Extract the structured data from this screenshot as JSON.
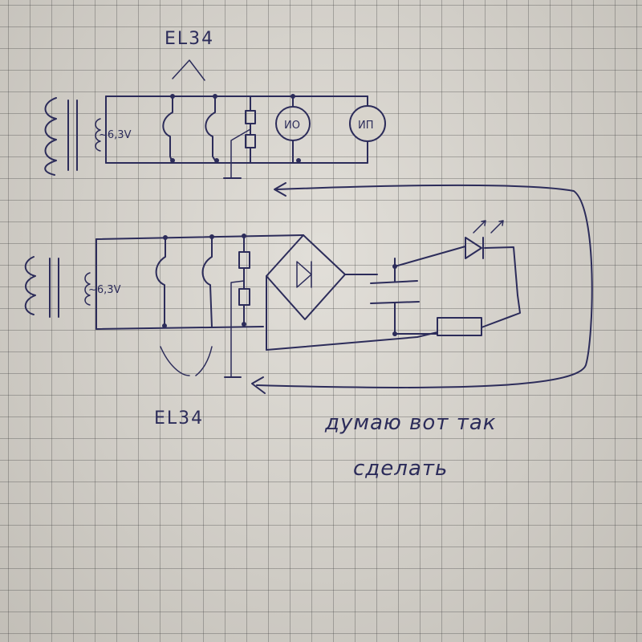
{
  "labels": {
    "tube_top": "EL34",
    "tube_bottom": "EL34",
    "voltage_top": "~6,3V",
    "voltage_bottom": "~6,3V",
    "indicator_1": "ИО",
    "indicator_2": "ИП",
    "note_line_1": "думаю вот так",
    "note_line_2": "сделать"
  },
  "colors": {
    "ink": "#2c2c5a",
    "paper": "#d8d4cc",
    "grid": "#5a5a5a"
  }
}
